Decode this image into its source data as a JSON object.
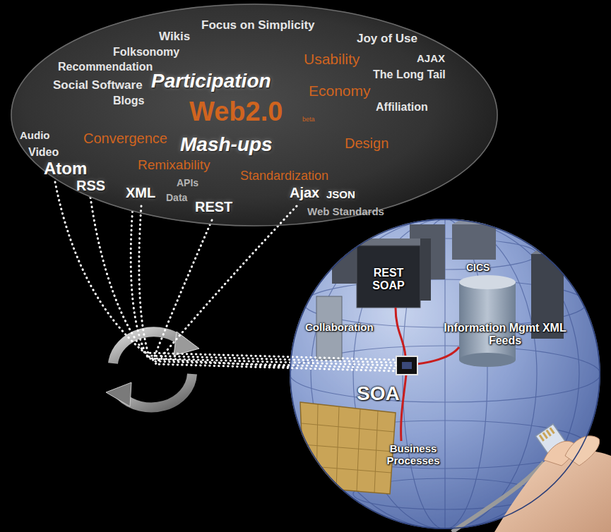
{
  "diagram": {
    "nodes": [
      {
        "text": [
          "Focus on Simplicity",
          "Wikis",
          "Joy of Use",
          "Folksonomy",
          "Usability",
          "AJAX",
          "Recommendation",
          "The Long Tail",
          "Social Software",
          "Participation",
          "Economy",
          "Blogs",
          "Web2.0",
          "beta",
          "Affiliation",
          "Audio",
          "Convergence",
          "Design",
          "Video",
          "Mash-ups",
          "Remixability",
          "Atom",
          "Standardization",
          "APIs",
          "Ajax",
          "RSS",
          "XML",
          "Data",
          "JSON",
          "REST",
          "Web Standards"
        ]
      },
      {
        "text": [
          "REST SOAP",
          "CICS",
          "Collaboration",
          "Information Mgmt XML Feeds",
          "SOA",
          "Business Processes"
        ]
      }
    ],
    "edges": [
      {
        "from": 0,
        "to": 1,
        "arrow": "none"
      }
    ]
  }
}
